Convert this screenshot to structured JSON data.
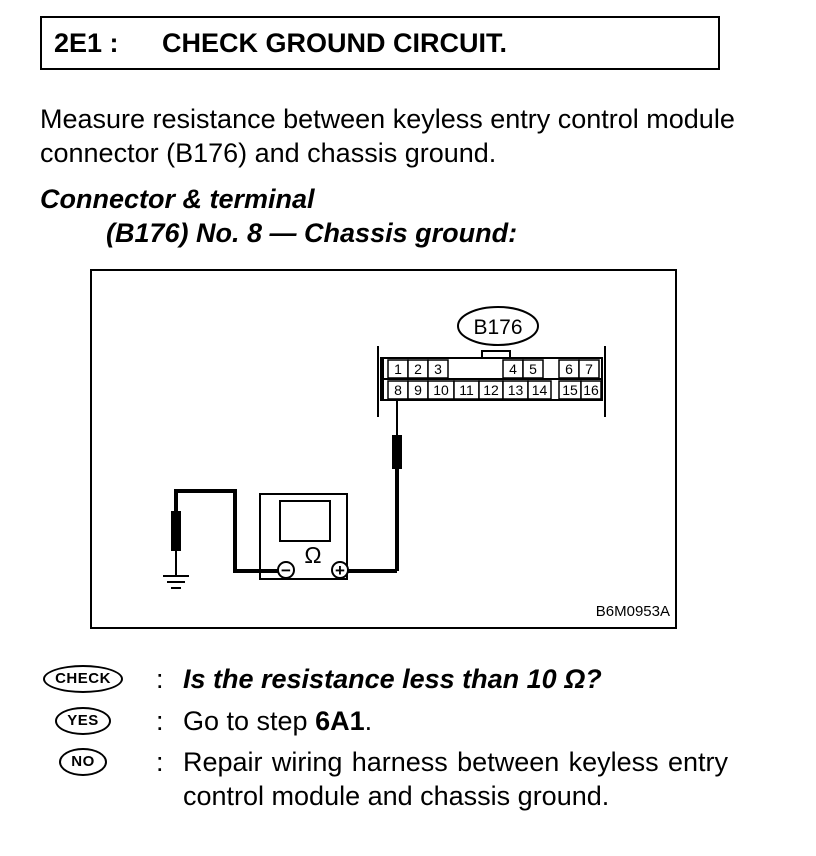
{
  "step": {
    "code": "2E1 :",
    "title": "CHECK GROUND CIRCUIT."
  },
  "instruction": "Measure resistance between keyless entry control module connector (B176) and chassis ground.",
  "spec": {
    "line1": "Connector & terminal",
    "line2": "(B176) No. 8 — Chassis ground:"
  },
  "diagram": {
    "connector_label": "B176",
    "top_row_terminals": [
      "1",
      "2",
      "3",
      "4",
      "5",
      "6",
      "7"
    ],
    "bottom_row_terminals": [
      "8",
      "9",
      "10",
      "11",
      "12",
      "13",
      "14",
      "15",
      "16"
    ],
    "meter_symbol": "Ω",
    "minus_symbol": "−",
    "plus_symbol": "+",
    "figure_id": "B6M0953A"
  },
  "check": {
    "badge": "CHECK",
    "colon": ":",
    "question": "Is the resistance less than 10 Ω?"
  },
  "yes": {
    "badge": "YES",
    "colon": ":",
    "text_prefix": "Go to step ",
    "step_ref": "6A1",
    "text_suffix": "."
  },
  "no": {
    "badge": "NO",
    "colon": ":",
    "text": "Repair wiring harness between keyless entry control module and chassis ground."
  }
}
